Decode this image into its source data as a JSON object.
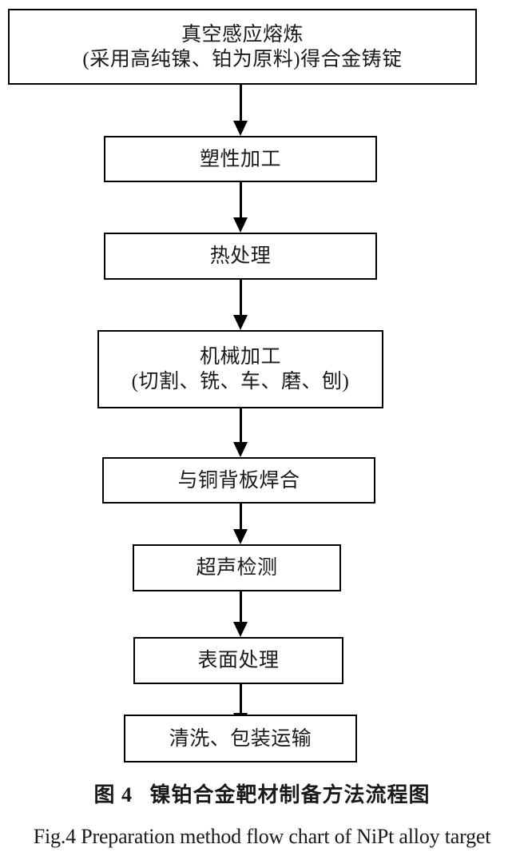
{
  "figure": {
    "type": "flowchart",
    "orientation": "vertical-top-to-bottom",
    "background_color": "#ffffff",
    "line_color": "#000000",
    "text_color": "#1a1a1a"
  },
  "nodes": [
    {
      "id": "vacuum-induction-melting",
      "lines": [
        "真空感应熔炼",
        "(采用高纯镍、铂为原料)得合金铸锭"
      ],
      "line1": "真空感应熔炼",
      "line2": "(采用高纯镍、铂为原料)得合金铸锭"
    },
    {
      "id": "plastic-working",
      "line1": "塑性加工"
    },
    {
      "id": "heat-treatment",
      "line1": "热处理"
    },
    {
      "id": "machining",
      "line1": "机械加工",
      "line2": "(切割、铣、车、磨、刨)"
    },
    {
      "id": "weld-to-copper-backing-plate",
      "line1": "与铜背板焊合"
    },
    {
      "id": "ultrasonic-testing",
      "line1": "超声检测"
    },
    {
      "id": "surface-treatment",
      "line1": "表面处理"
    },
    {
      "id": "cleaning-packaging-transport",
      "line1": "清洗、包装运输"
    }
  ],
  "edges": [
    {
      "from": "vacuum-induction-melting",
      "to": "plastic-working"
    },
    {
      "from": "plastic-working",
      "to": "heat-treatment"
    },
    {
      "from": "heat-treatment",
      "to": "machining"
    },
    {
      "from": "machining",
      "to": "weld-to-copper-backing-plate"
    },
    {
      "from": "weld-to-copper-backing-plate",
      "to": "ultrasonic-testing"
    },
    {
      "from": "ultrasonic-testing",
      "to": "surface-treatment"
    },
    {
      "from": "surface-treatment",
      "to": "cleaning-packaging-transport"
    }
  ],
  "caption": {
    "cn_figure_number": "图 4",
    "cn_title": "镍铂合金靶材制备方法流程图",
    "en_title": "Fig.4 Preparation method flow chart of NiPt alloy target"
  }
}
